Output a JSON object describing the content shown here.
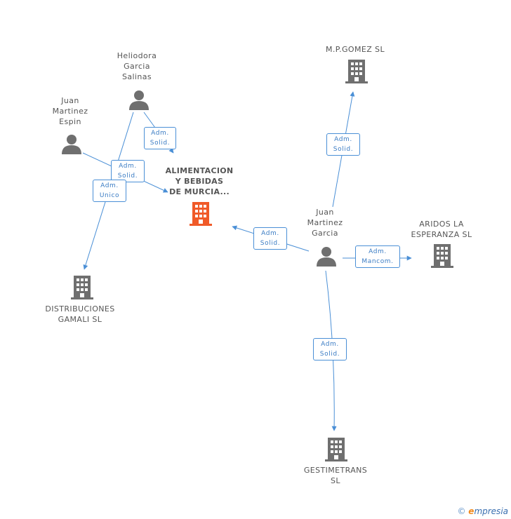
{
  "colors": {
    "edge": "#4a8fd6",
    "person": "#6f6f6f",
    "company": "#6f6f6f",
    "main_company": "#f05a28",
    "label": "#555555"
  },
  "nodes": {
    "heliodora": {
      "lines": [
        "Heliodora",
        "Garcia",
        "Salinas"
      ],
      "icon": "person-icon"
    },
    "juan_espin": {
      "lines": [
        "Juan",
        "Martinez",
        "Espin"
      ],
      "icon": "person-icon"
    },
    "main": {
      "lines": [
        "ALIMENTACION",
        "Y BEBIDAS",
        "DE MURCIA..."
      ],
      "icon": "building-icon"
    },
    "distribuciones": {
      "lines": [
        "DISTRIBUCIONES",
        "GAMALI SL"
      ],
      "icon": "building-icon"
    },
    "mpgomez": {
      "lines": [
        "M.P.GOMEZ  SL"
      ],
      "icon": "building-icon"
    },
    "juan_garcia": {
      "lines": [
        "Juan",
        "Martinez",
        "Garcia"
      ],
      "icon": "person-icon"
    },
    "aridos": {
      "lines": [
        "ARIDOS LA",
        "ESPERANZA SL"
      ],
      "icon": "building-icon"
    },
    "gestimetrans": {
      "lines": [
        "GESTIMETRANS",
        "SL"
      ],
      "icon": "building-icon"
    }
  },
  "relations": {
    "heliodora_main": [
      "Adm.",
      "Solid."
    ],
    "espin_main": [
      "Adm.",
      "Solid."
    ],
    "heliodora_distribuciones": [
      "Adm.",
      "Unico"
    ],
    "garcia_mpgomez": [
      "Adm.",
      "Solid."
    ],
    "garcia_main": [
      "Adm.",
      "Solid."
    ],
    "garcia_aridos": [
      "Adm.",
      "Mancom."
    ],
    "garcia_gestimetrans": [
      "Adm.",
      "Solid."
    ]
  },
  "footer": {
    "copyright": "©",
    "brand_first": "e",
    "brand_rest": "mpresia"
  }
}
